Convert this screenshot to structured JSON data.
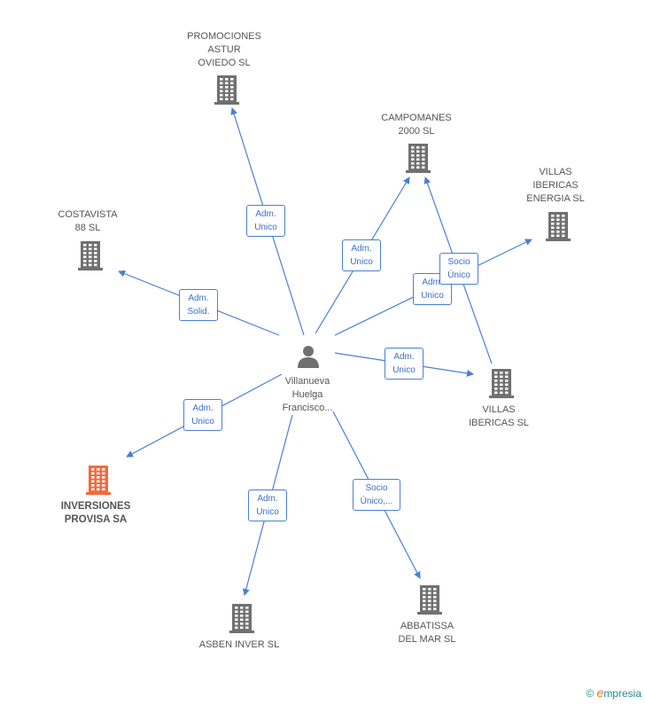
{
  "center": {
    "name": "Villanueva\nHuelga\nFrancisco..."
  },
  "companies": [
    {
      "id": "promociones",
      "name": "PROMOCIONES\nASTUR\nOVIEDO SL",
      "highlight": false
    },
    {
      "id": "campomanes",
      "name": "CAMPOMANES\n2000  SL",
      "highlight": false
    },
    {
      "id": "villas_energia",
      "name": "VILLAS\nIBERICAS\nENERGIA SL",
      "highlight": false
    },
    {
      "id": "costavista",
      "name": "COSTAVISTA\n88 SL",
      "highlight": false
    },
    {
      "id": "villas_ibericas",
      "name": "VILLAS\nIBERICAS SL",
      "highlight": false
    },
    {
      "id": "inversiones",
      "name": "INVERSIONES\nPROVISA SA",
      "highlight": true
    },
    {
      "id": "asben",
      "name": "ASBEN INVER SL",
      "highlight": false
    },
    {
      "id": "abbatissa",
      "name": "ABBATISSA\nDEL MAR SL",
      "highlight": false
    }
  ],
  "edges": [
    {
      "to": "promociones",
      "label": "Adm.\nUnico"
    },
    {
      "to": "campomanes",
      "label": "Adm.\nUnico"
    },
    {
      "to": "villas_energia",
      "label": "Adm.\nUnico"
    },
    {
      "to": "costavista",
      "label": "Adm.\nSolid."
    },
    {
      "to": "villas_ibericas",
      "label": "Adm.\nUnico"
    },
    {
      "to": "inversiones",
      "label": "Adm.\nUnico"
    },
    {
      "to": "asben",
      "label": "Adm.\nUnico"
    },
    {
      "to": "abbatissa",
      "label": "Socio\nÚnico,..."
    },
    {
      "from": "villas_ibericas",
      "to": "campomanes",
      "label": "Socio\nÚnico"
    }
  ],
  "colors": {
    "line": "#4a7fd4",
    "building": "#707070",
    "highlight": "#f26a3d",
    "person": "#707070"
  },
  "footer": {
    "copyright": "©",
    "brand_e": "e",
    "brand_rest": "mpresia"
  }
}
